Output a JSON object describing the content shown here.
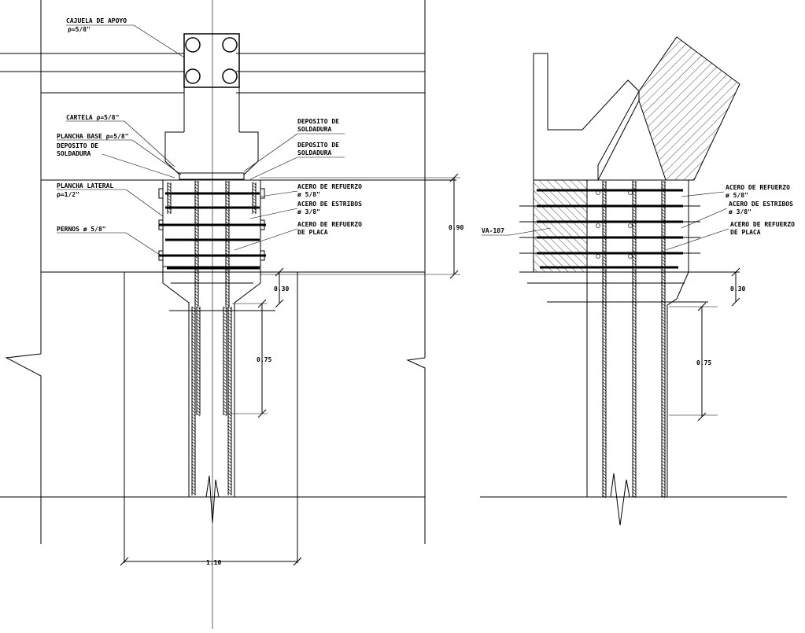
{
  "labels": {
    "cajuela_title": "CAJUELA DE APOYO",
    "cajuela_sub": "ρ=5/8\"",
    "cartela": "CARTELA ρ=5/8\"",
    "plancha_base": "PLANCHA BASE ρ=5/8\"",
    "deposito_l1": "DEPOSITO DE",
    "deposito_l2": "SOLDADURA",
    "plancha_lateral_1": "PLANCHA LATERAL",
    "plancha_lateral_2": "ρ=1/2\"",
    "pernos": "PERNOS ø 5/8\"",
    "dep_r1_1": "DEPOSITO DE",
    "dep_r1_2": "SOLDADURA",
    "dep_r2_1": "DEPOSITO DE",
    "dep_r2_2": "SOLDADURA",
    "acero_ref_1": "ACERO DE REFUERZO",
    "acero_ref_2": "ø 5/8\"",
    "acero_est_1": "ACERO DE ESTRIBOS",
    "acero_est_2": "ø 3/8\"",
    "acero_placa_1": "ACERO DE REFUERZO",
    "acero_placa_2": "DE PLACA",
    "r_acero_ref_1": "ACERO DE REFUERZO",
    "r_acero_ref_2": "ø 5/8\"",
    "r_acero_est_1": "ACERO DE ESTRIBOS",
    "r_acero_est_2": "ø 3/8\"",
    "r_acero_placa_1": "ACERO DE REFUERZO",
    "r_acero_placa_2": "DE PLACA",
    "va": "VA-107"
  },
  "dimensions": {
    "height_main": "0.90",
    "offset_left": "0.30",
    "embed_left": "0.75",
    "width_total": "1.10",
    "offset_right": "0.30",
    "embed_right": "0.75"
  }
}
